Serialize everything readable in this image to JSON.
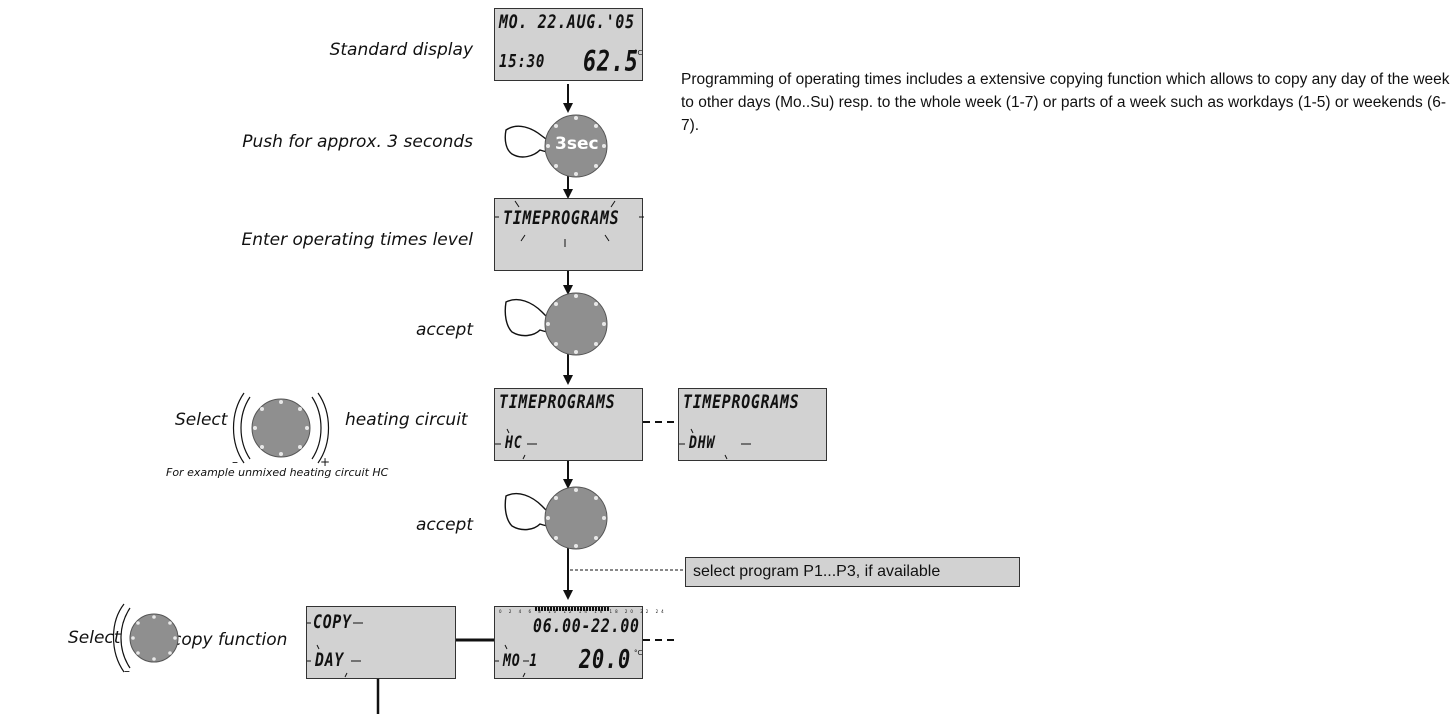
{
  "description": "Programming of operating times includes a extensive copying function which allows to copy any day of the week to other days (Mo..Su) resp. to the whole week (1-7) or parts of a week such as workdays (1-5) or weekends (6-7).",
  "labels": {
    "standard_display": "Standard display",
    "push_3s": "Push for approx. 3 seconds",
    "enter_level": "Enter operating times level",
    "accept_1": "accept",
    "select_1": "Select",
    "heating_circuit": "heating circuit",
    "example_note": "For example unmixed heating circuit HC",
    "accept_2": "accept",
    "select_2": "Select",
    "copy_function": "copy function"
  },
  "knob_text": "3sec",
  "knob_minus": "–",
  "knob_plus": "+",
  "note_box": "select program P1...P3, if available",
  "displays": {
    "standard": {
      "line1": "MO. 22.AUG.'05",
      "time": "15:30",
      "temp": "62.5",
      "unit": "°C"
    },
    "timeprograms": {
      "line1": "TIMEPROGRAMS"
    },
    "hc": {
      "line1": "TIMEPROGRAMS",
      "line2": "HC"
    },
    "dhw": {
      "line1": "TIMEPROGRAMS",
      "line2": "DHW"
    },
    "copy": {
      "line1": "COPY",
      "line2": "DAY"
    },
    "program": {
      "scale": "0 2 4 6 8 10 12 14 16 18 20 22 24",
      "times": "06.00-22.00",
      "day": "MO 1",
      "temp": "20.0",
      "unit": "°C"
    }
  },
  "colors": {
    "lcd_background": "#d2d2d2",
    "knob": "#8f8f8f",
    "line": "#111111"
  }
}
